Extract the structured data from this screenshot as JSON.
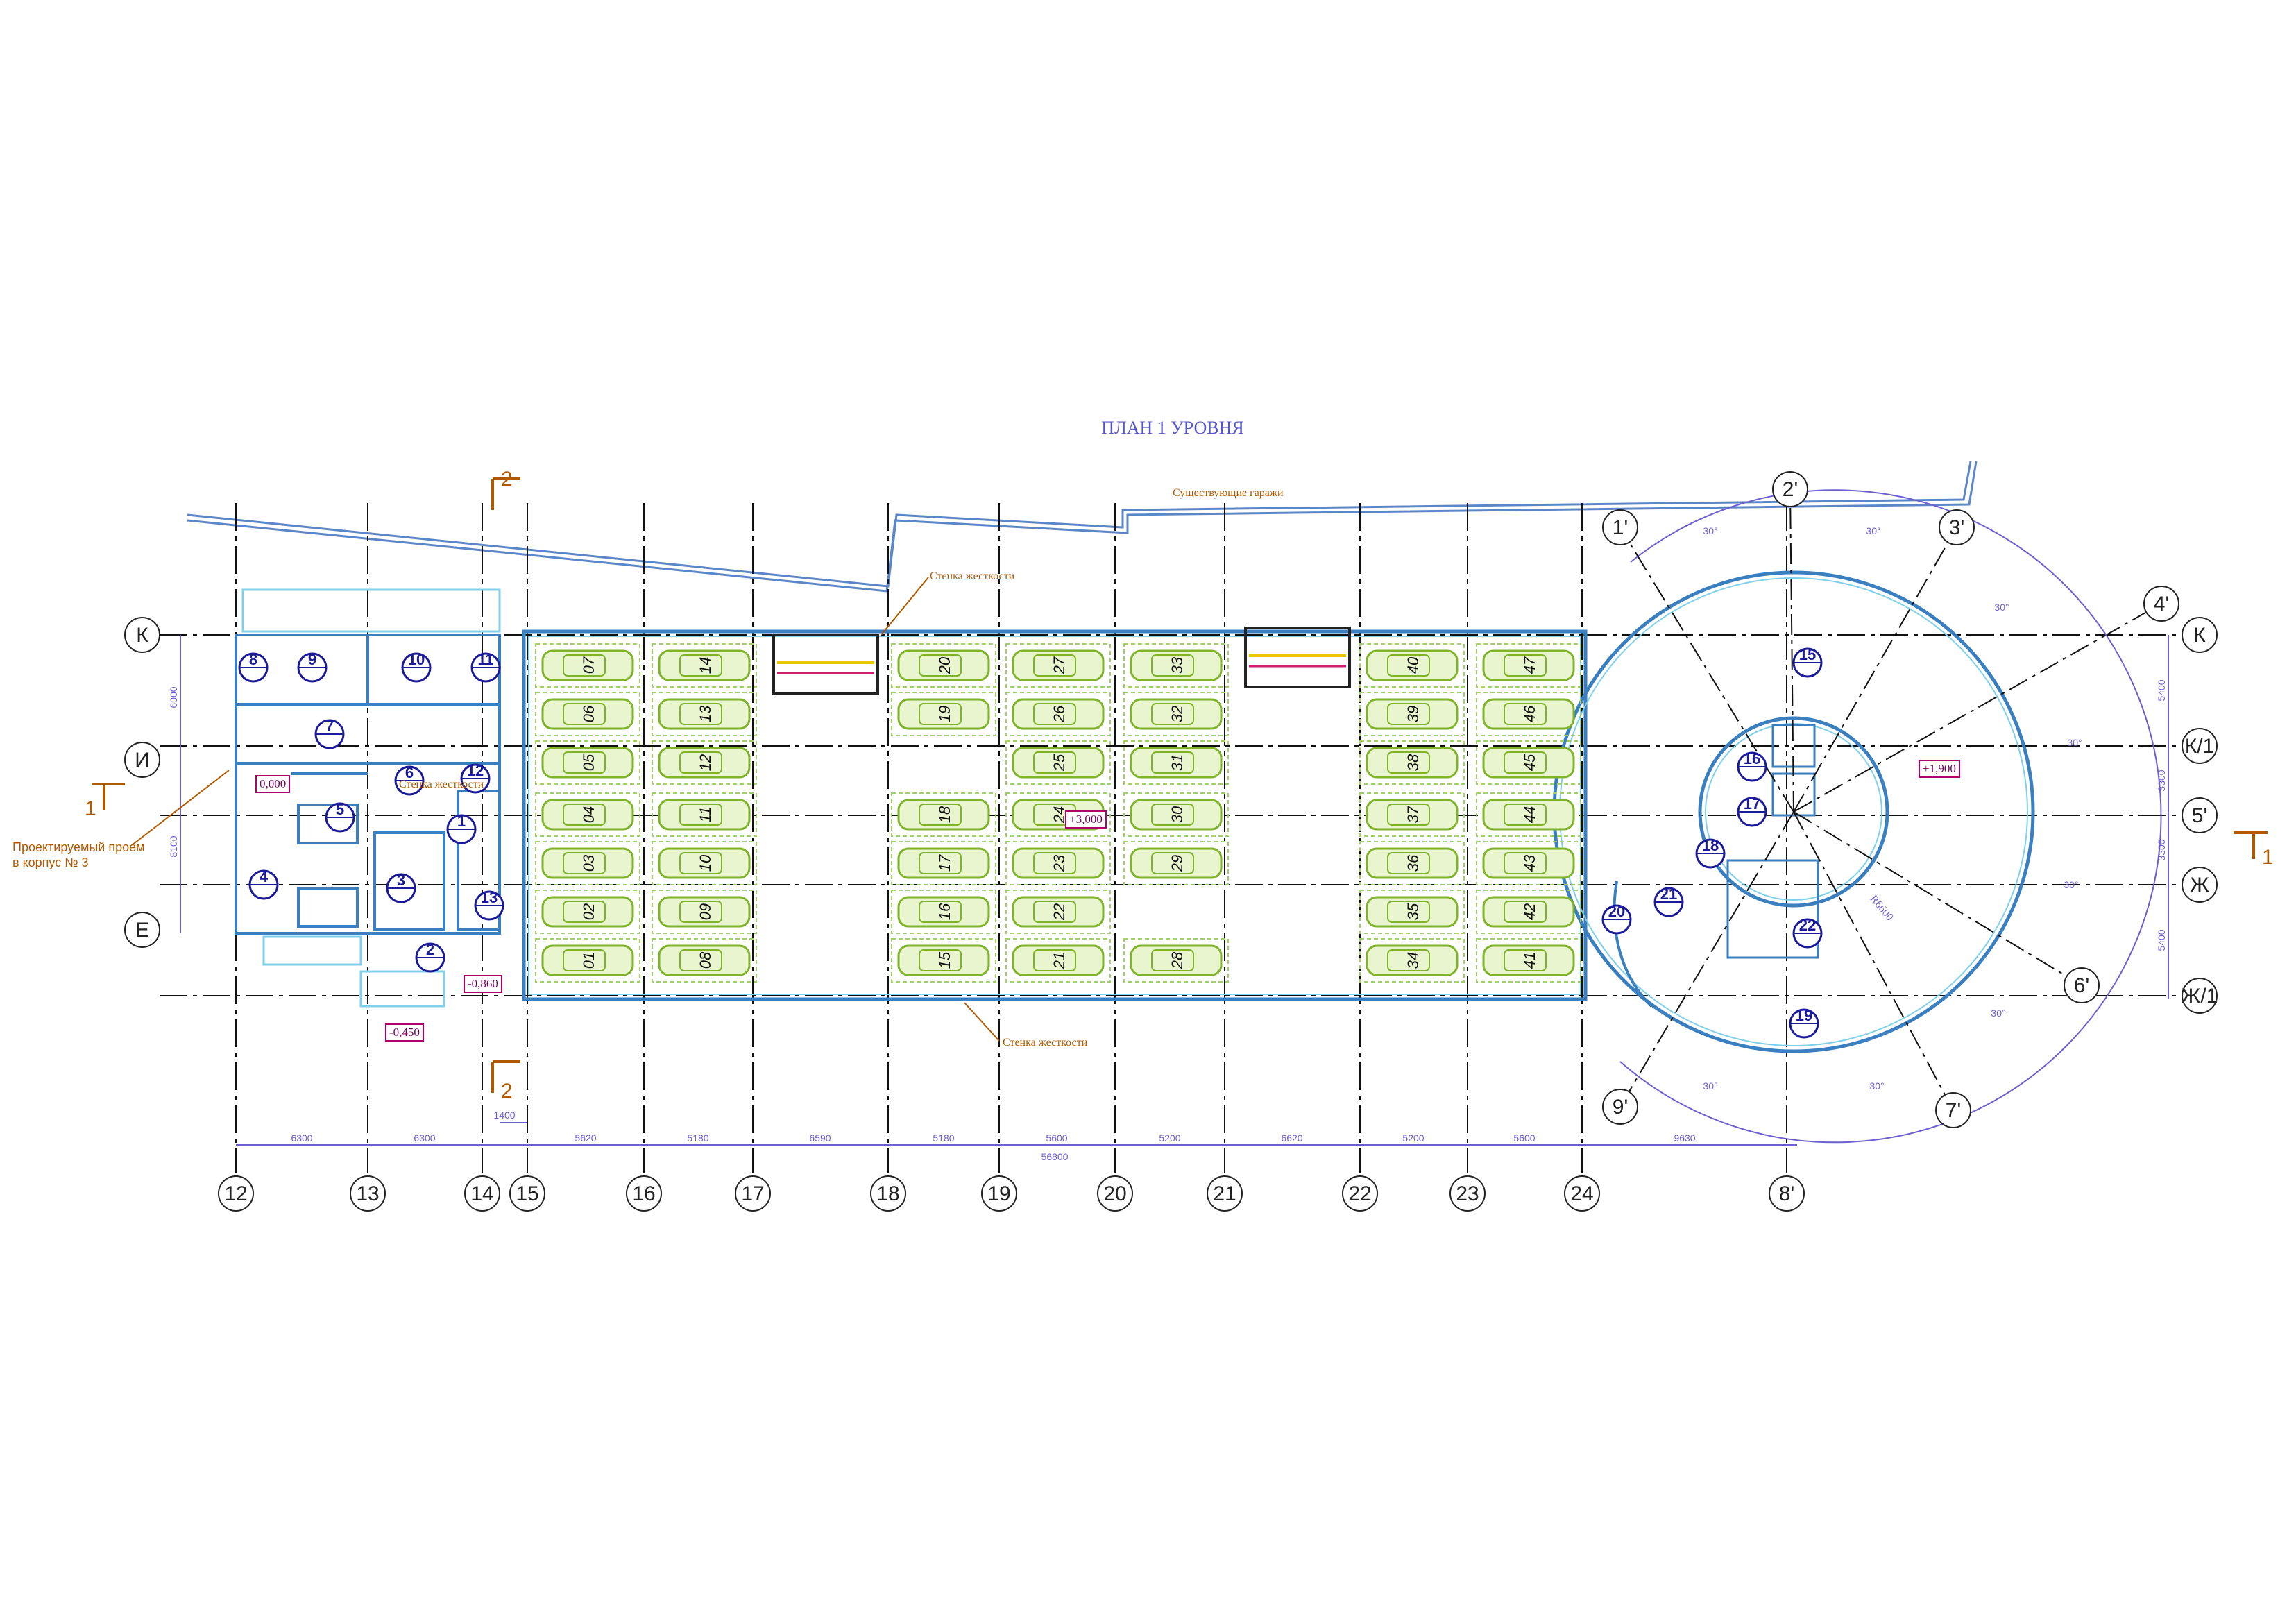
{
  "title": "ПЛАН 1 УРОВНЯ",
  "notes": {
    "existing_garages": "Существующие гаражи",
    "stiffness_wall_top": "Стенка жесткости",
    "stiffness_wall_bottom": "Стенка жесткости",
    "stiffness_wall_left": "Стенка жесткости",
    "projected_opening_1": "Проектируемый проем",
    "projected_opening_2": "в корпус № 3"
  },
  "elevations": {
    "e_0000": "0,000",
    "e_m0860": "-0,860",
    "e_m0450": "-0,450",
    "e_3000": "+3,000",
    "e_1900": "+1,900"
  },
  "radius_label": "R6600",
  "section_marks": {
    "s1": "1",
    "s2": "2"
  },
  "bottom_axes": [
    "12",
    "13",
    "14",
    "15",
    "16",
    "17",
    "18",
    "19",
    "20",
    "21",
    "22",
    "23",
    "24",
    "8'"
  ],
  "left_axes": [
    "К",
    "И",
    "Е"
  ],
  "right_axes": [
    "К",
    "К/1",
    "5'",
    "Ж",
    "Ж/1"
  ],
  "radial_axes": [
    "1'",
    "2'",
    "3'",
    "4'",
    "6'",
    "7'",
    "9'"
  ],
  "angle_labels": [
    "30°",
    "30°",
    "30°",
    "30°",
    "30°",
    "30°",
    "30°",
    "30°"
  ],
  "dimensions_bottom": [
    "6300",
    "6300",
    "1400",
    "5620",
    "5180",
    "6590",
    "5180",
    "5600",
    "5200",
    "6620",
    "5200",
    "5600",
    "9630"
  ],
  "dimension_total": "56800",
  "dimensions_left": [
    "6000",
    "8100"
  ],
  "dimensions_right": [
    "5400",
    "3300",
    "3300",
    "5400"
  ],
  "parking_columns": [
    [
      "07",
      "06",
      "05",
      "04",
      "03",
      "02",
      "01"
    ],
    [
      "14",
      "13",
      "12",
      "11",
      "10",
      "09",
      "08"
    ],
    [
      "20",
      "19",
      "",
      "18",
      "17",
      "16",
      "15"
    ],
    [
      "27",
      "26",
      "25",
      "24",
      "23",
      "22",
      "21"
    ],
    [
      "33",
      "32",
      "31",
      "30",
      "29",
      "",
      "28"
    ],
    [
      "40",
      "39",
      "38",
      "37",
      "36",
      "35",
      "34"
    ],
    [
      "47",
      "46",
      "45",
      "44",
      "43",
      "42",
      "41"
    ]
  ],
  "rooms_left": [
    "8",
    "9",
    "10",
    "11",
    "7",
    "6",
    "1",
    "5",
    "4",
    "3",
    "2",
    "13",
    "12"
  ],
  "rooms_right": [
    "15",
    "16",
    "17",
    "18",
    "20",
    "21",
    "22",
    "19"
  ],
  "colors": {
    "wall": "#3a7fc0",
    "wall_light": "#7fd0e8",
    "car": "#7fb32a",
    "axis": "#111111",
    "dim": "#6d5fd0",
    "note": "#b05a00",
    "tag": "#b0006a"
  }
}
